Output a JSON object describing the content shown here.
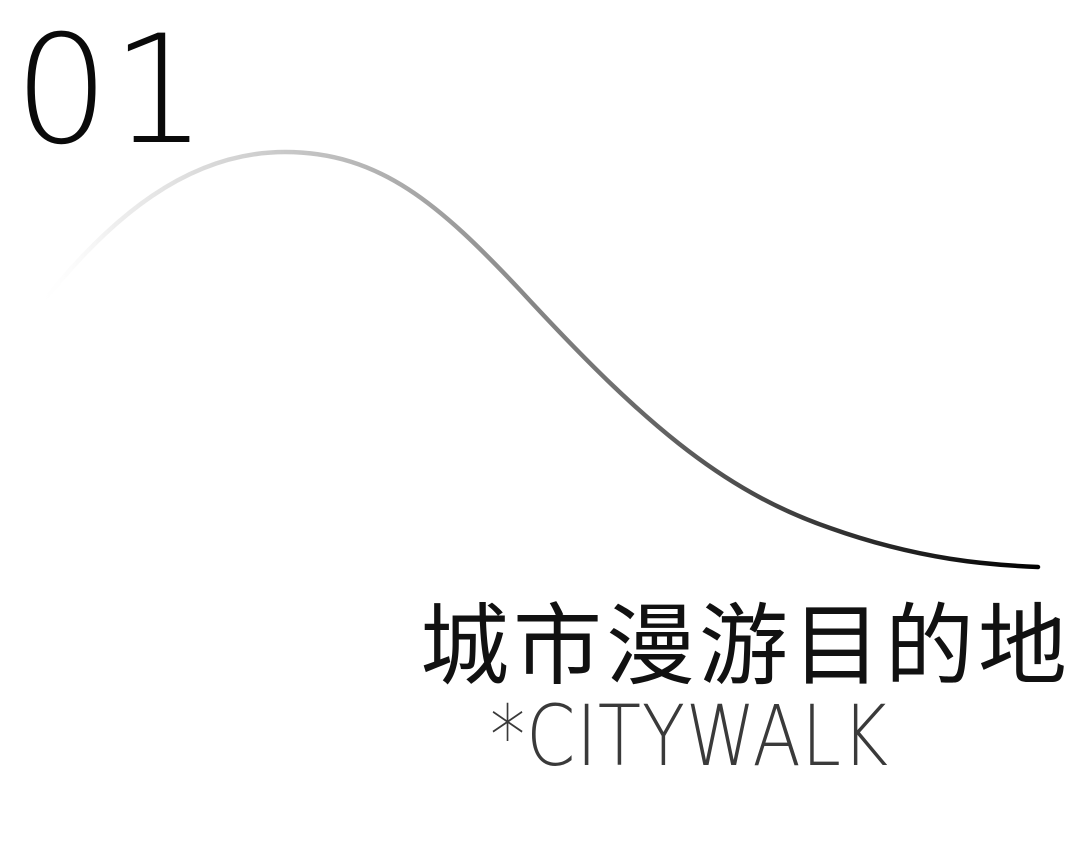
{
  "section": {
    "number": "01",
    "title_cn": "城市漫游目的地",
    "title_en": "*CITYWALK"
  },
  "colors": {
    "background": "#ffffff",
    "number": "#0a0a0a",
    "title_cn": "#111111",
    "title_en": "#3a3a3a",
    "curve_start": "#f2f2f2",
    "curve_end": "#000000"
  },
  "decoration": {
    "curve": "gradient-bell-curve"
  }
}
